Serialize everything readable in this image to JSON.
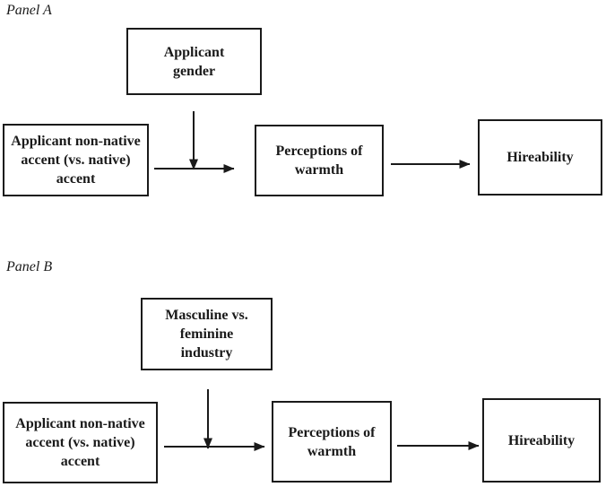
{
  "figure": {
    "background": "#ffffff",
    "ink": "#1a1a1a"
  },
  "panels": [
    {
      "label": "Panel A",
      "moderator": "Applicant\ngender",
      "predictor": "Applicant non-native\naccent (vs. native)\naccent",
      "mediator": "Perceptions of\nwarmth",
      "outcome": "Hireability",
      "edges": [
        {
          "from": "Applicant gender",
          "to": "arrow between applicant accent and perceptions of warmth",
          "kind": "moderation"
        },
        {
          "from": "Applicant non-native accent (vs. native) accent",
          "to": "Perceptions of warmth",
          "kind": "direct"
        },
        {
          "from": "Perceptions of warmth",
          "to": "Hireability",
          "kind": "direct"
        }
      ]
    },
    {
      "label": "Panel B",
      "moderator": "Masculine vs.\nfeminine\nindustry",
      "predictor": "Applicant non-native\naccent (vs. native)\naccent",
      "mediator": "Perceptions of\nwarmth",
      "outcome": "Hireability",
      "edges": [
        {
          "from": "Masculine vs. feminine industry",
          "to": "arrow between applicant accent and perceptions of warmth",
          "kind": "moderation"
        },
        {
          "from": "Applicant non-native accent (vs. native) accent",
          "to": "Perceptions of warmth",
          "kind": "direct"
        },
        {
          "from": "Perceptions of warmth",
          "to": "Hireability",
          "kind": "direct"
        }
      ]
    }
  ]
}
